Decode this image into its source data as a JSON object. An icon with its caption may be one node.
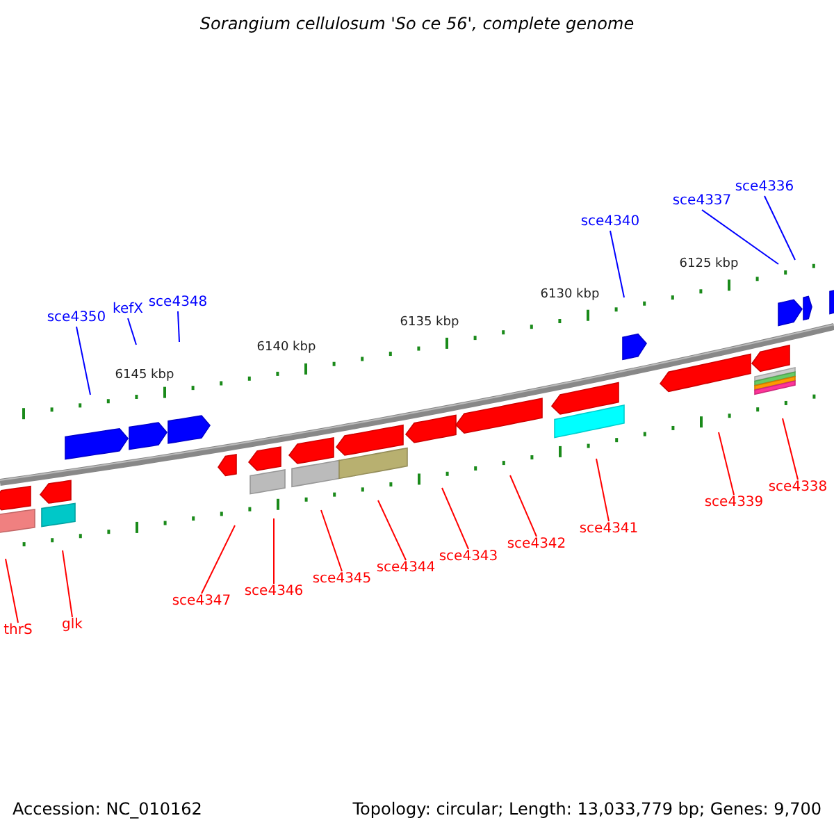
{
  "diagram": {
    "title": "Sorangium cellulosum 'So ce 56', complete genome",
    "nodes": [
      {
        "text": [
          "sce4350"
        ]
      },
      {
        "text": [
          "kefX"
        ]
      },
      {
        "text": [
          "sce4348"
        ]
      },
      {
        "text": [
          "sce4340"
        ]
      },
      {
        "text": [
          "sce4337"
        ]
      },
      {
        "text": [
          "sce4336"
        ]
      },
      {
        "text": [
          "thrS"
        ]
      },
      {
        "text": [
          "glk"
        ]
      },
      {
        "text": [
          "sce4347"
        ]
      },
      {
        "text": [
          "sce4346"
        ]
      },
      {
        "text": [
          "sce4345"
        ]
      },
      {
        "text": [
          "sce4344"
        ]
      },
      {
        "text": [
          "sce4343"
        ]
      },
      {
        "text": [
          "sce4342"
        ]
      },
      {
        "text": [
          "sce4341"
        ]
      },
      {
        "text": [
          "sce4339"
        ]
      },
      {
        "text": [
          "sce4338"
        ]
      }
    ],
    "edges": [
      {
        "from": 0,
        "to": null,
        "arrow": "none",
        "color": "#0000ff"
      },
      {
        "from": 1,
        "to": null,
        "arrow": "none",
        "color": "#0000ff"
      },
      {
        "from": 2,
        "to": null,
        "arrow": "none",
        "color": "#0000ff"
      },
      {
        "from": 3,
        "to": null,
        "arrow": "none",
        "color": "#0000ff"
      },
      {
        "from": 4,
        "to": null,
        "arrow": "none",
        "color": "#0000ff"
      },
      {
        "from": 5,
        "to": null,
        "arrow": "none",
        "color": "#0000ff"
      },
      {
        "from": 6,
        "to": null,
        "arrow": "none"
      },
      {
        "from": 7,
        "to": null,
        "arrow": "none"
      },
      {
        "from": 8,
        "to": null,
        "arrow": "none"
      },
      {
        "from": 9,
        "to": null,
        "arrow": "none"
      },
      {
        "from": 10,
        "to": null,
        "arrow": "none"
      },
      {
        "from": 11,
        "to": null,
        "arrow": "none"
      },
      {
        "from": 12,
        "to": null,
        "arrow": "none"
      },
      {
        "from": 13,
        "to": null,
        "arrow": "none"
      },
      {
        "from": 14,
        "to": null,
        "arrow": "none"
      },
      {
        "from": 15,
        "to": null,
        "arrow": "none"
      },
      {
        "from": 16,
        "to": null,
        "arrow": "none"
      }
    ],
    "labels": [
      "6145 kbp",
      "6140 kbp",
      "6135 kbp",
      "6130 kbp",
      "6125 kbp",
      "Accession: NC_010162",
      "Topology: circular; Length: 13,033,779 bp; Genes: 9,700"
    ]
  }
}
